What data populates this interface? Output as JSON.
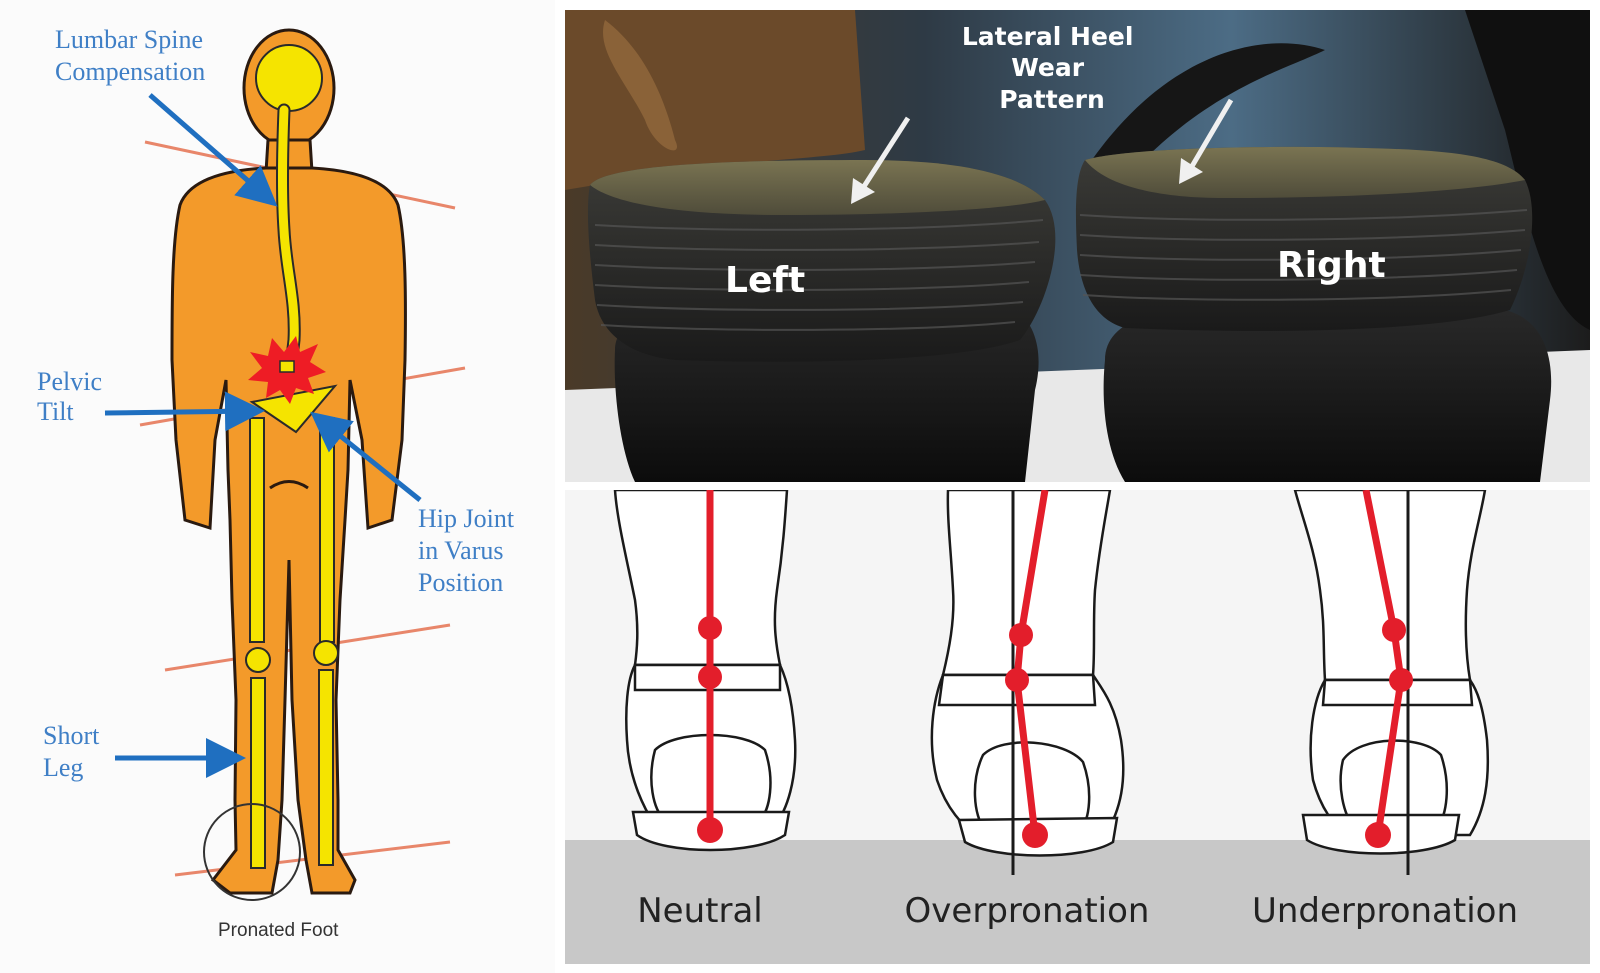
{
  "body_diagram": {
    "labels": {
      "lumbar": [
        "Lumbar Spine",
        "Compensation"
      ],
      "pelvic": [
        "Pelvic",
        "Tilt"
      ],
      "hip": [
        "Hip Joint",
        "in Varus",
        "Position"
      ],
      "short_leg": [
        "Short",
        "Leg"
      ],
      "pronated_foot": "Pronated Foot"
    },
    "colors": {
      "body_fill": "#f39a2a",
      "skeleton": "#f5e400",
      "label_blue": "#3f7fc6",
      "arrow_blue": "#1f6fc0",
      "reference_line": "#e8866a",
      "pain_burst": "#ee1c25"
    }
  },
  "heel_photo": {
    "title": [
      "Lateral Heel",
      "Wear",
      "Pattern"
    ],
    "left_label": "Left",
    "right_label": "Right"
  },
  "gait_diagram": {
    "labels": [
      "Neutral",
      "Overpronation",
      "Underpronation"
    ],
    "colors": {
      "alignment_line": "#e31e2b",
      "floor": "#c8c8c8"
    }
  }
}
